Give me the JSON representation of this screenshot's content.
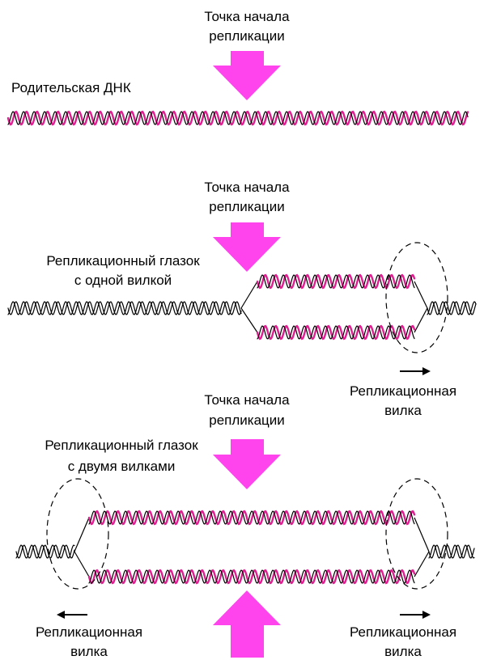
{
  "colors": {
    "new_strand": "#dd1f90",
    "old_strand": "#000000",
    "arrow": "#ff44ee",
    "text": "#000000"
  },
  "panel1": {
    "origin_label_line1": "Точка начала",
    "origin_label_line2": "репликации",
    "parent_dna_label": "Родительская ДНК"
  },
  "panel2": {
    "origin_label_line1": "Точка начала",
    "origin_label_line2": "репликации",
    "bubble_label_line1": "Репликационный глазок",
    "bubble_label_line2": "с одной вилкой",
    "fork_label_line1": "Репликационная",
    "fork_label_line2": "вилка"
  },
  "panel3": {
    "origin_label_line1": "Точка начала",
    "origin_label_line2": "репликации",
    "bubble_label_line1": "Репликационный глазок",
    "bubble_label_line2": "с двумя вилками",
    "left_fork_label_line1": "Репликационная",
    "left_fork_label_line2": "вилка",
    "right_fork_label_line1": "Репликационная",
    "right_fork_label_line2": "вилка"
  }
}
